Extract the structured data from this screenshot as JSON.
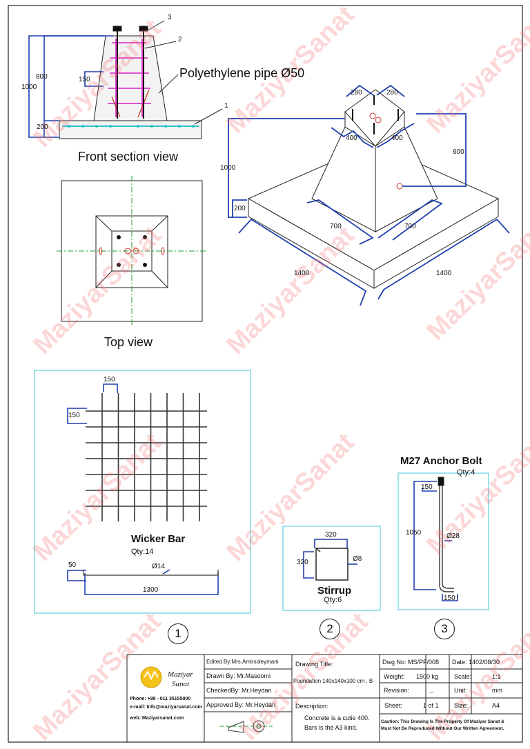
{
  "front_view": {
    "title": "Front section view",
    "pipe_label": "Polyethylene pipe Ø50",
    "dims": {
      "total": "1000",
      "pedestal": "800",
      "base": "200",
      "cover": "150"
    },
    "callouts": [
      "3",
      "2",
      "1"
    ]
  },
  "top_view": {
    "title": "Top view"
  },
  "iso_view": {
    "dims": {
      "top_a": "280",
      "top_b": "280",
      "top_c": "400",
      "top_d": "400",
      "height_ped": "600",
      "height_total": "1000",
      "base_h": "200",
      "ped_a": "700",
      "ped_b": "700",
      "base_a": "1400",
      "base_b": "1400"
    }
  },
  "wicker_bar": {
    "title": "Wicker Bar",
    "qty": "Qty:14",
    "dims": {
      "spacing_h": "150",
      "spacing_v": "150",
      "hook": "50",
      "dia": "Ø14",
      "length": "1300"
    },
    "number": "1"
  },
  "stirrup": {
    "title": "Stirrup",
    "qty": "Qty:6",
    "dims": {
      "w": "320",
      "h": "320",
      "dia": "Ø8"
    },
    "number": "2"
  },
  "anchor_bolt": {
    "title": "M27 Anchor Bolt",
    "qty": "Qty:4",
    "dims": {
      "thread": "150",
      "length": "1050",
      "dia": "Ø28",
      "hook": "150"
    },
    "number": "3"
  },
  "watermark": "MaziyarSanat",
  "title_block": {
    "logo_line1": "Maziyar",
    "logo_line2": "Sanat",
    "phone": "Phone: +98 - 011 35155000",
    "email": "e-mail:  Info@maziyarsanat.com",
    "web": "web:    Maziyarsanat.com",
    "edited_by": "Edited By:Mrs.Amirsoleymani",
    "drawn_by": "Drawn By:  Mr.Masoomi",
    "checked_by": "CheckedBy:  Mr.Heydari",
    "approved_by": "Approved By:  Mr.Heydari",
    "drawing_title_label": "Drawing Title:",
    "drawing_title": "Foundation 140x140x100 cm , B",
    "description_label": "Description:",
    "description_1": "Concrete is a cutie 400.",
    "description_2": "Bars is the A3 kind.",
    "dwg_no": "Dwg No:  MS/PF/008",
    "weight_label": "Weight:",
    "weight": "1500 kg",
    "revision_label": "Revision:",
    "revision": "_",
    "sheet_label": "Sheet:",
    "sheet": "1 of 1",
    "date": "Date:   1402/08/30",
    "scale_label": "Scale:",
    "scale": "1:1",
    "unit_label": "Unit:",
    "unit": "mm",
    "size_label": "Size:",
    "size": "A4",
    "caution": "Caution: This Drawing Is The Property Of Maziyar Sanat &",
    "caution_2": "Must Not Be Reproduced Without Our Written Agreement."
  }
}
